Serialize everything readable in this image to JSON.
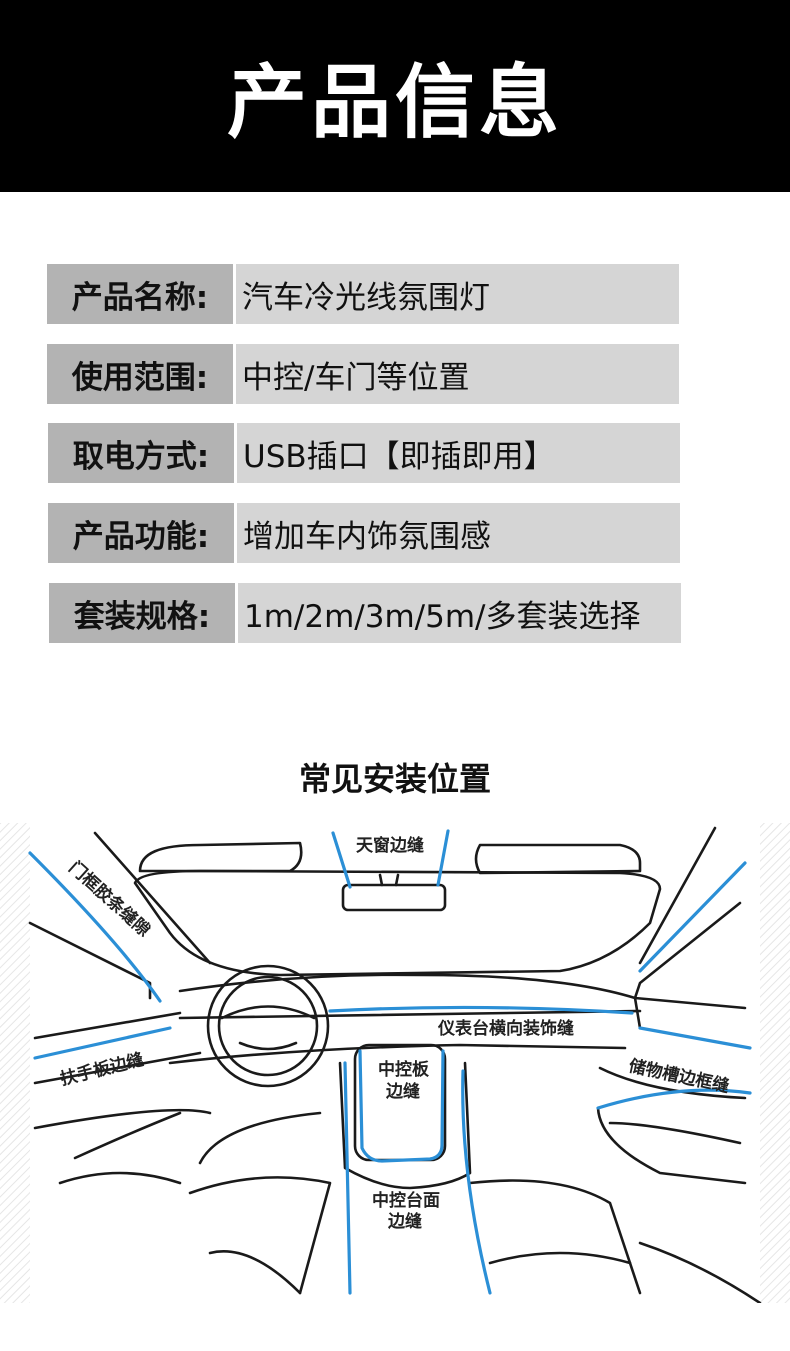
{
  "header": {
    "title": "产品信息"
  },
  "specs": [
    {
      "label": "产品名称:",
      "value": "汽车冷光线氛围灯"
    },
    {
      "label": "使用范围:",
      "value": "中控/车门等位置"
    },
    {
      "label": "取电方式:",
      "value": "USB插口【即插即用】"
    },
    {
      "label": "产品功能:",
      "value": "增加车内饰氛围感"
    },
    {
      "label": "套装规格:",
      "value": "1m/2m/3m/5m/多套装选择"
    }
  ],
  "install": {
    "title": "常见安装位置",
    "callouts": {
      "sunroof": "天窗边缝",
      "door_frame": "门框胶条缝隙",
      "armrest": "扶手板边缝",
      "dashboard": "仪表台横向装饰缝",
      "console_panel_1": "中控板",
      "console_panel_2": "边缝",
      "storage": "储物槽边框缝",
      "console_surface_1": "中控台面",
      "console_surface_2": "边缝"
    }
  },
  "colors": {
    "header_bg": "#000000",
    "label_bg": "#b3b3b3",
    "value_bg": "#d5d5d5",
    "led_line": "#2b8fd6"
  }
}
